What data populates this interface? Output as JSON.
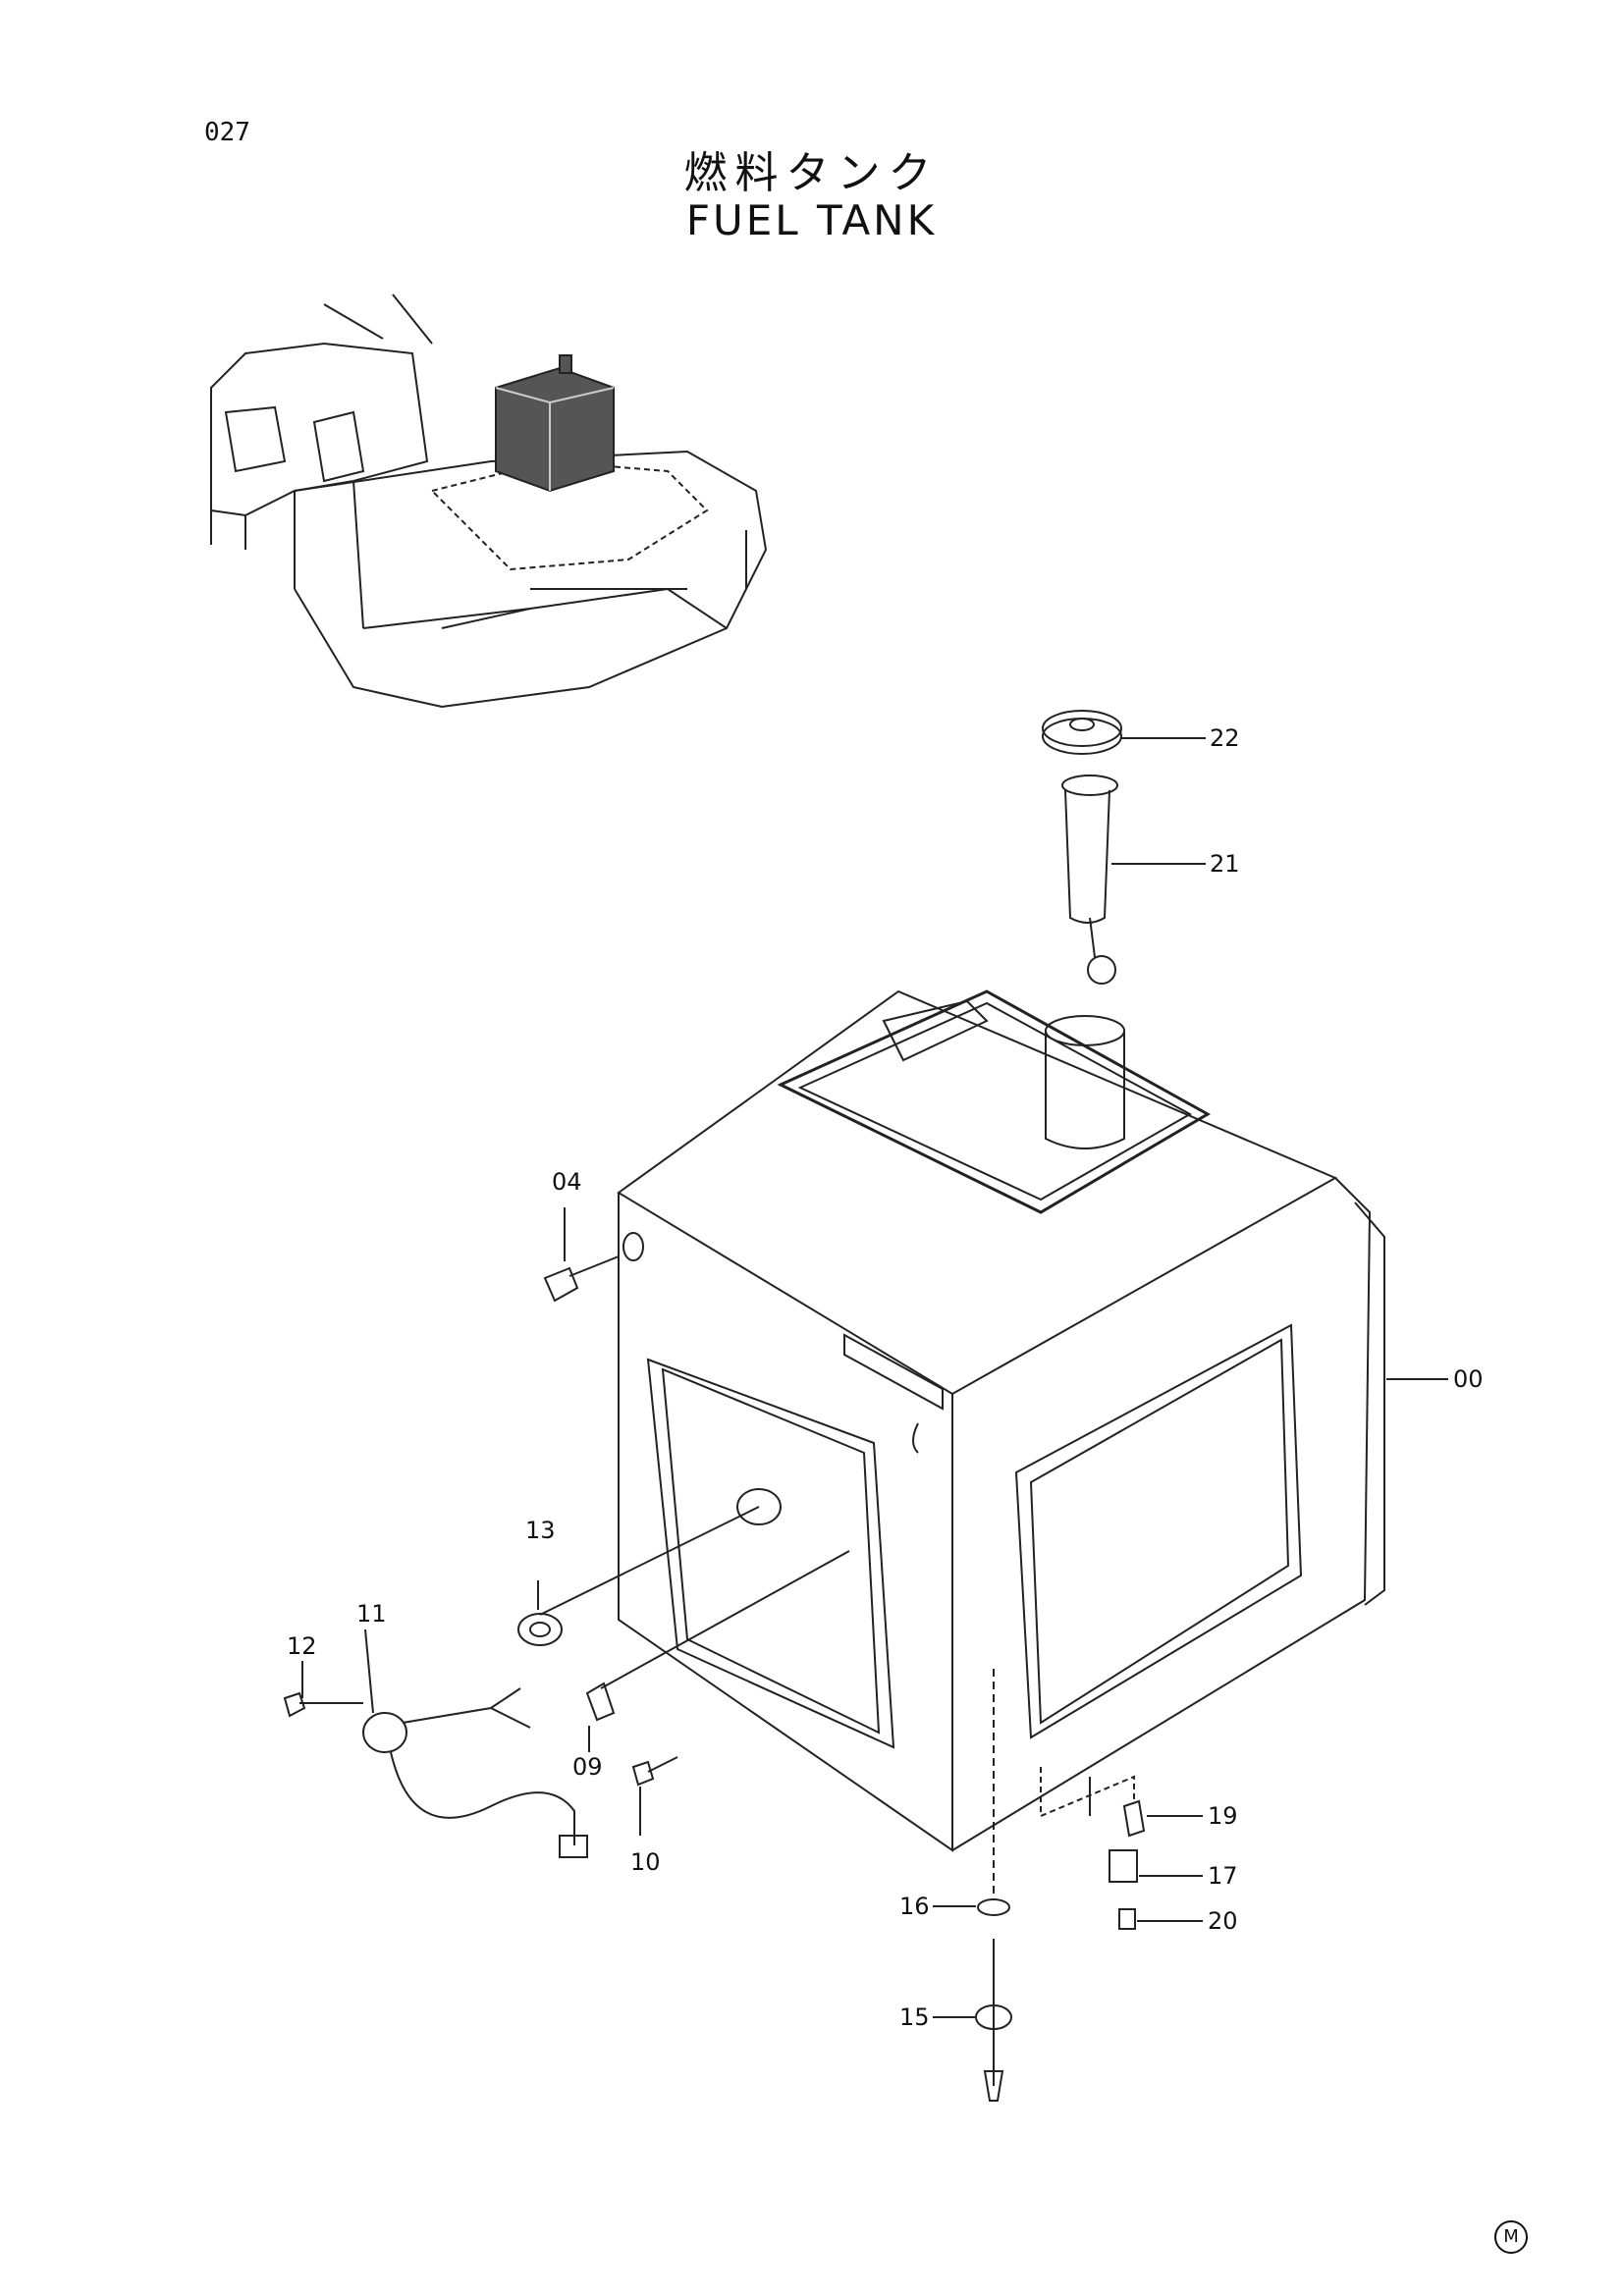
{
  "page_number": "027",
  "title_ja": "燃料タンク",
  "title_en": "FUEL TANK",
  "corner_mark": "M",
  "parts": [
    {
      "id": "00"
    },
    {
      "id": "04"
    },
    {
      "id": "09"
    },
    {
      "id": "10"
    },
    {
      "id": "11"
    },
    {
      "id": "12"
    },
    {
      "id": "13"
    },
    {
      "id": "15"
    },
    {
      "id": "16"
    },
    {
      "id": "17"
    },
    {
      "id": "19"
    },
    {
      "id": "20"
    },
    {
      "id": "21"
    },
    {
      "id": "22"
    }
  ]
}
